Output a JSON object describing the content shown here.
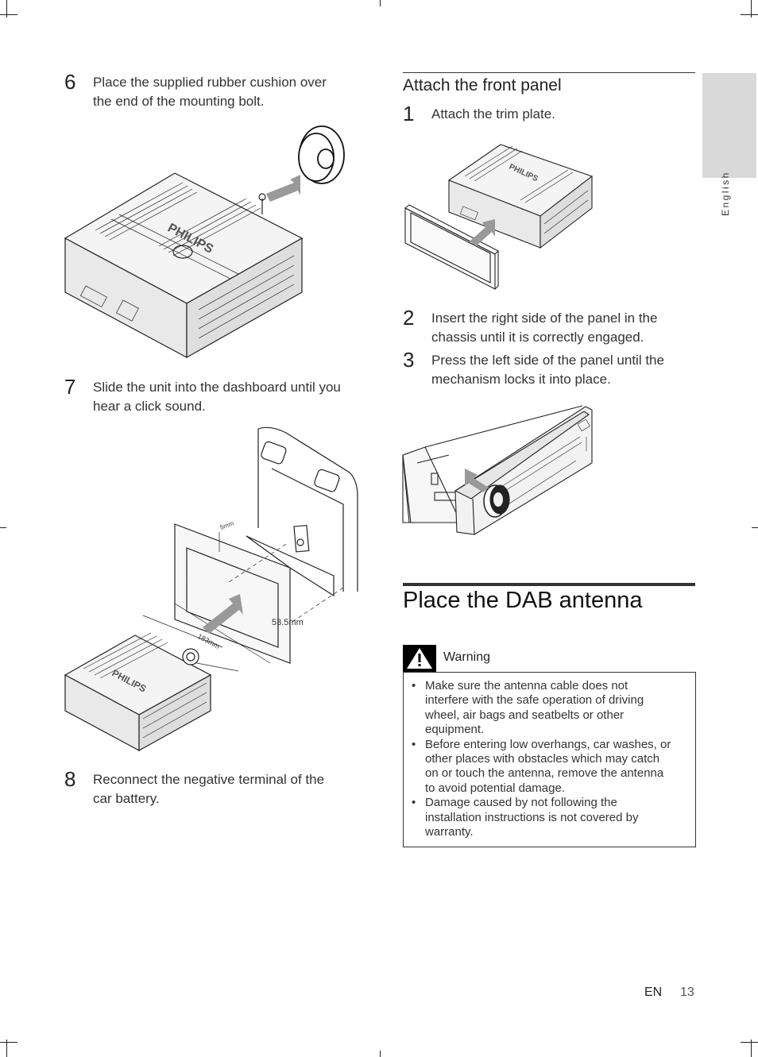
{
  "side_tab": {
    "language": "English"
  },
  "left_steps": [
    {
      "num": "6",
      "text_lines": [
        "Place the supplied rubber cushion over",
        "the end of the mounting bolt."
      ]
    },
    {
      "num": "7",
      "text_lines": [
        "Slide the unit into the dashboard until you",
        "hear a click sound."
      ]
    },
    {
      "num": "8",
      "text_lines": [
        "Reconnect the negative terminal of the",
        "car battery."
      ]
    }
  ],
  "front_panel": {
    "heading": "Attach the front panel",
    "steps": [
      {
        "num": "1",
        "text_lines": [
          "Attach the trim plate."
        ]
      },
      {
        "num": "2",
        "text_lines": [
          "Insert the right side of the panel in the",
          "chassis until it is correctly engaged."
        ]
      },
      {
        "num": "3",
        "text_lines": [
          "Press the left side of the panel until the",
          "mechanism locks it into place."
        ]
      }
    ]
  },
  "figures": {
    "brand": "PHILIPS",
    "dim_small": "5mm",
    "dim_height": "53.5mm",
    "dim_width": "183mm"
  },
  "dab": {
    "heading": "Place the DAB antenna",
    "warning_label": "Warning",
    "warnings": [
      [
        "Make sure the antenna cable does not",
        "interfere with the safe operation of driving",
        "wheel, air bags and seatbelts or other",
        "equipment."
      ],
      [
        "Before entering low overhangs, car washes, or",
        "other places with obstacles which may catch",
        "on or touch the antenna, remove the antenna",
        "to avoid potential damage."
      ],
      [
        "Damage caused by not following the",
        "installation instructions is not covered by",
        "warranty."
      ]
    ]
  },
  "footer": {
    "lang": "EN",
    "page": "13"
  }
}
